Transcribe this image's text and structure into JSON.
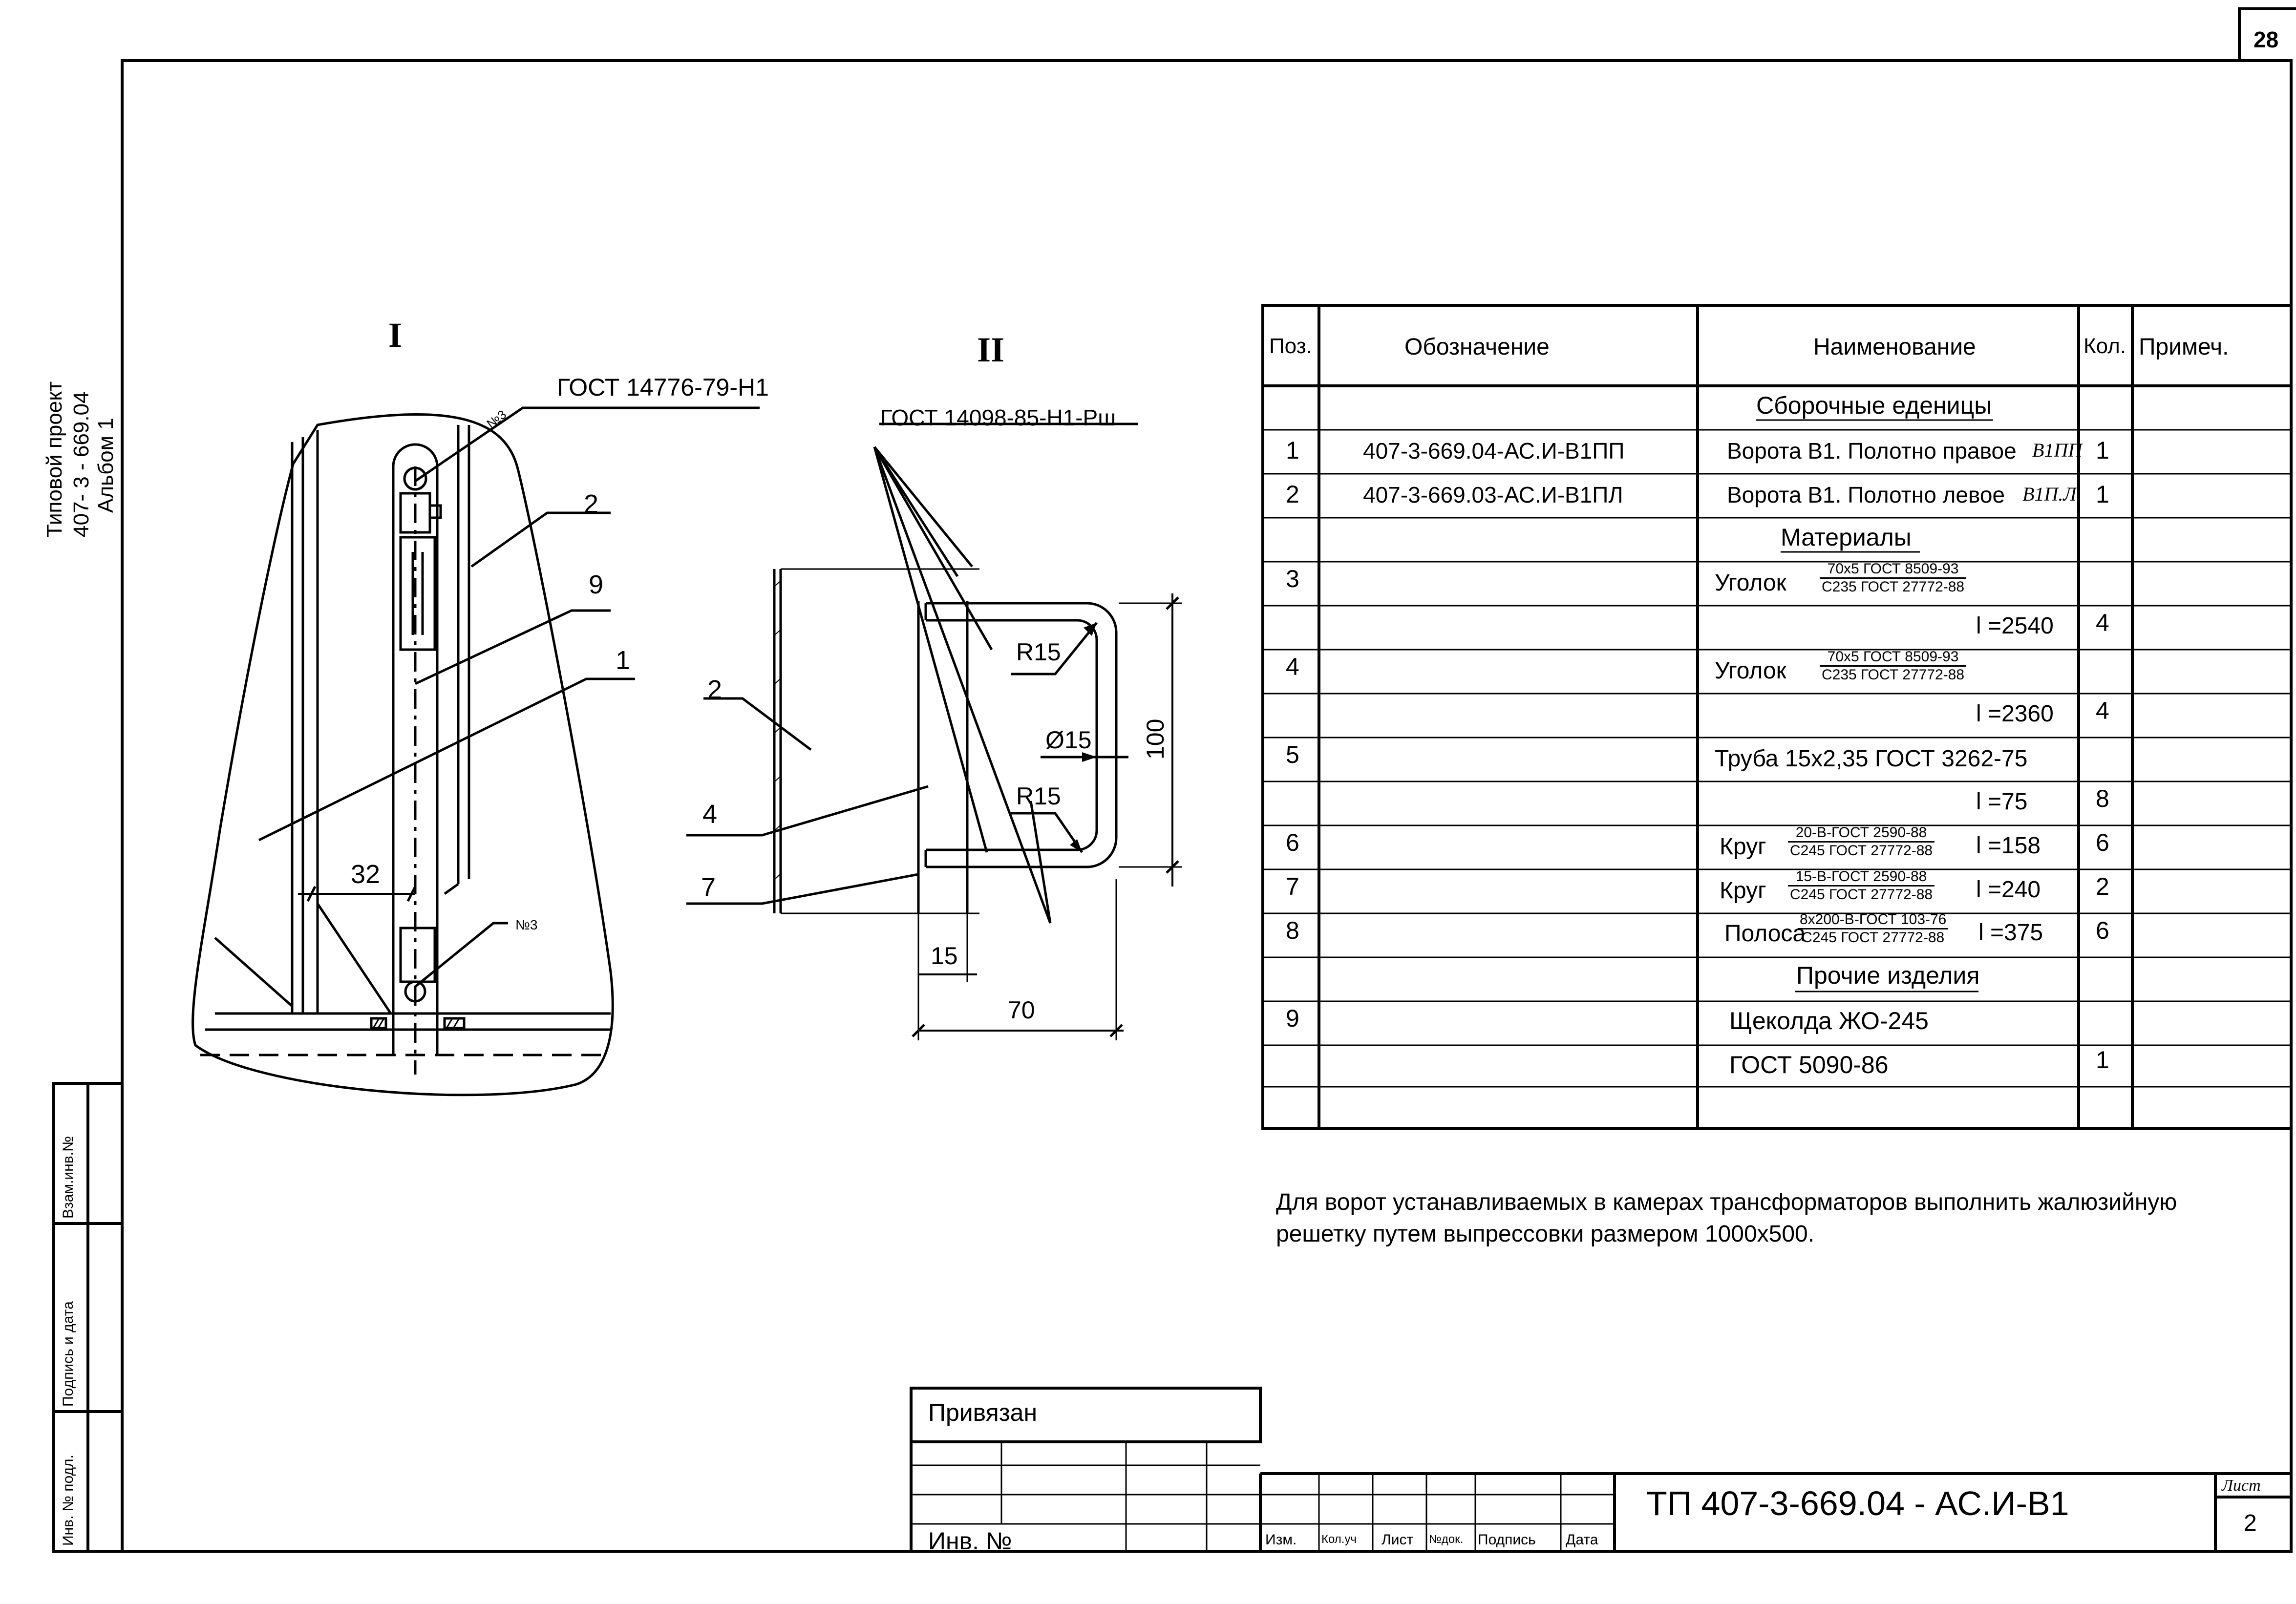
{
  "sheet_number_corner": "28",
  "left_margin_title": [
    "Типовой проект",
    "407- 3 - 669.04",
    "Альбом 1"
  ],
  "side_stamp": {
    "vzam_inv": "Взам.инв.№",
    "podpis_data": "Подпись и дата",
    "inv_podl": "Инв. № подл."
  },
  "view_I": {
    "label": "I",
    "gost_callout": "ГОСТ 14776-79-Н1",
    "weld_symbol_top": "№3",
    "weld_symbol_bottom": "№3",
    "position_labels": [
      "2",
      "9",
      "1"
    ],
    "dimension": "32"
  },
  "view_II": {
    "label": "II",
    "gost_callout": "ГОСТ 14098-85-Н1-Рш",
    "position_labels": [
      "2",
      "4",
      "7"
    ],
    "dimensions": {
      "radius_top": "R15",
      "radius_bottom": "R15",
      "diameter": "Ø15",
      "height": "100",
      "offset": "15",
      "width": "70"
    }
  },
  "spec_table": {
    "headers": [
      "Поз.",
      "Обозначение",
      "Наименование",
      "Кол.",
      "Примеч."
    ],
    "section_assembly": "Сборочные еденицы",
    "section_materials": "Материалы",
    "section_other": "Прочие изделия",
    "rows": [
      {
        "pos": "1",
        "designation": "407-3-669.04-АС.И-В1ПП",
        "name": "Ворота В1. Полотно правое",
        "name_suffix": "В1ПП",
        "qty": "1"
      },
      {
        "pos": "2",
        "designation": "407-3-669.03-АС.И-В1ПЛ",
        "name": "Ворота В1. Полотно левое",
        "name_suffix": "В1П.Л",
        "qty": "1"
      },
      {
        "pos": "3",
        "name": "Уголок",
        "frac_num": "70х5 ГОСТ 8509-93",
        "frac_den": "С235 ГОСТ 27772-88"
      },
      {
        "length": "l =2540",
        "qty": "4"
      },
      {
        "pos": "4",
        "name": "Уголок",
        "frac_num": "70х5 ГОСТ 8509-93",
        "frac_den": "С235 ГОСТ 27772-88"
      },
      {
        "length": "l =2360",
        "qty": "4"
      },
      {
        "pos": "5",
        "name": "Труба 15х2,35  ГОСТ 3262-75"
      },
      {
        "length": "l =75",
        "qty": "8"
      },
      {
        "pos": "6",
        "name": "Круг",
        "frac_num": "20-В-ГОСТ 2590-88",
        "frac_den": "С245 ГОСТ 27772-88",
        "length": "l =158",
        "qty": "6"
      },
      {
        "pos": "7",
        "name": "Круг",
        "frac_num": "15-В-ГОСТ 2590-88",
        "frac_den": "С245 ГОСТ 27772-88",
        "length": "l =240",
        "qty": "2"
      },
      {
        "pos": "8",
        "name": "Полоса",
        "frac_num": "8х200-В-ГОСТ 103-76",
        "frac_den": "С245 ГОСТ 27772-88",
        "length": "l =375",
        "qty": "6"
      },
      {
        "pos": "9",
        "name": "Щеколда ЖО-245"
      },
      {
        "name": "ГОСТ 5090-86",
        "qty": "1"
      }
    ]
  },
  "note": [
    "Для ворот устанавливаемых в камерах трансформаторов выполнить жалюзийную",
    "решетку путем выпрессовки размером 1000х500."
  ],
  "title_block": {
    "privyazan": "Привязан",
    "inv_no": "Инв. №",
    "columns": [
      "Изм.",
      "Кол.уч",
      "Лист",
      "№док.",
      "Подпись",
      "Дата"
    ],
    "document_code": "ТП 407-3-669.04 -  АС.И-В1",
    "sheet_label": "Лист",
    "sheet_number": "2"
  }
}
